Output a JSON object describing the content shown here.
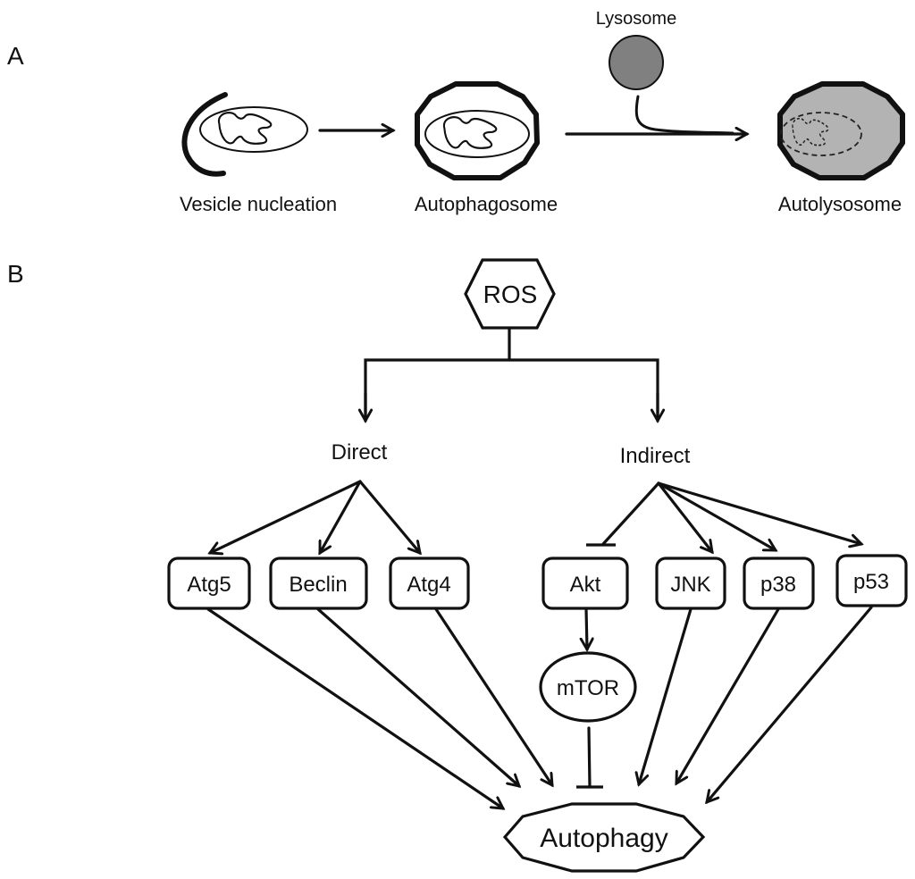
{
  "panel_a": {
    "label": "A",
    "stages": [
      {
        "id": "vesicle",
        "caption": "Vesicle nucleation"
      },
      {
        "id": "autophagosome",
        "caption": "Autophagosome"
      },
      {
        "id": "autolysosome",
        "caption": "Autolysosome"
      }
    ],
    "lysosome_label": "Lysosome",
    "colors": {
      "lysosome_fill": "#808080",
      "autolysosome_fill": "#b3b3b3"
    }
  },
  "panel_b": {
    "label": "B",
    "root": {
      "label": "ROS",
      "color": "#ff0000"
    },
    "branches": {
      "direct": "Direct",
      "indirect": "Indirect"
    },
    "direct_nodes": [
      "Atg5",
      "Beclin",
      "Atg4"
    ],
    "indirect_nodes": [
      "Akt",
      "JNK",
      "p38",
      "p53"
    ],
    "mtor": "mTOR",
    "target": "Autophagy",
    "edges": [
      {
        "from": "ROS",
        "to": "Direct",
        "type": "activate"
      },
      {
        "from": "ROS",
        "to": "Indirect",
        "type": "activate"
      },
      {
        "from": "Direct",
        "to": "Atg5",
        "type": "activate"
      },
      {
        "from": "Direct",
        "to": "Beclin",
        "type": "activate"
      },
      {
        "from": "Direct",
        "to": "Atg4",
        "type": "activate"
      },
      {
        "from": "Indirect",
        "to": "Akt",
        "type": "inhibit"
      },
      {
        "from": "Indirect",
        "to": "JNK",
        "type": "activate"
      },
      {
        "from": "Indirect",
        "to": "p38",
        "type": "activate"
      },
      {
        "from": "Indirect",
        "to": "p53",
        "type": "activate"
      },
      {
        "from": "Akt",
        "to": "mTOR",
        "type": "activate"
      },
      {
        "from": "mTOR",
        "to": "Autophagy",
        "type": "inhibit"
      },
      {
        "from": "Atg5",
        "to": "Autophagy",
        "type": "activate"
      },
      {
        "from": "Beclin",
        "to": "Autophagy",
        "type": "activate"
      },
      {
        "from": "Atg4",
        "to": "Autophagy",
        "type": "activate"
      },
      {
        "from": "JNK",
        "to": "Autophagy",
        "type": "activate"
      },
      {
        "from": "p38",
        "to": "Autophagy",
        "type": "activate"
      },
      {
        "from": "p53",
        "to": "Autophagy",
        "type": "activate"
      }
    ]
  }
}
